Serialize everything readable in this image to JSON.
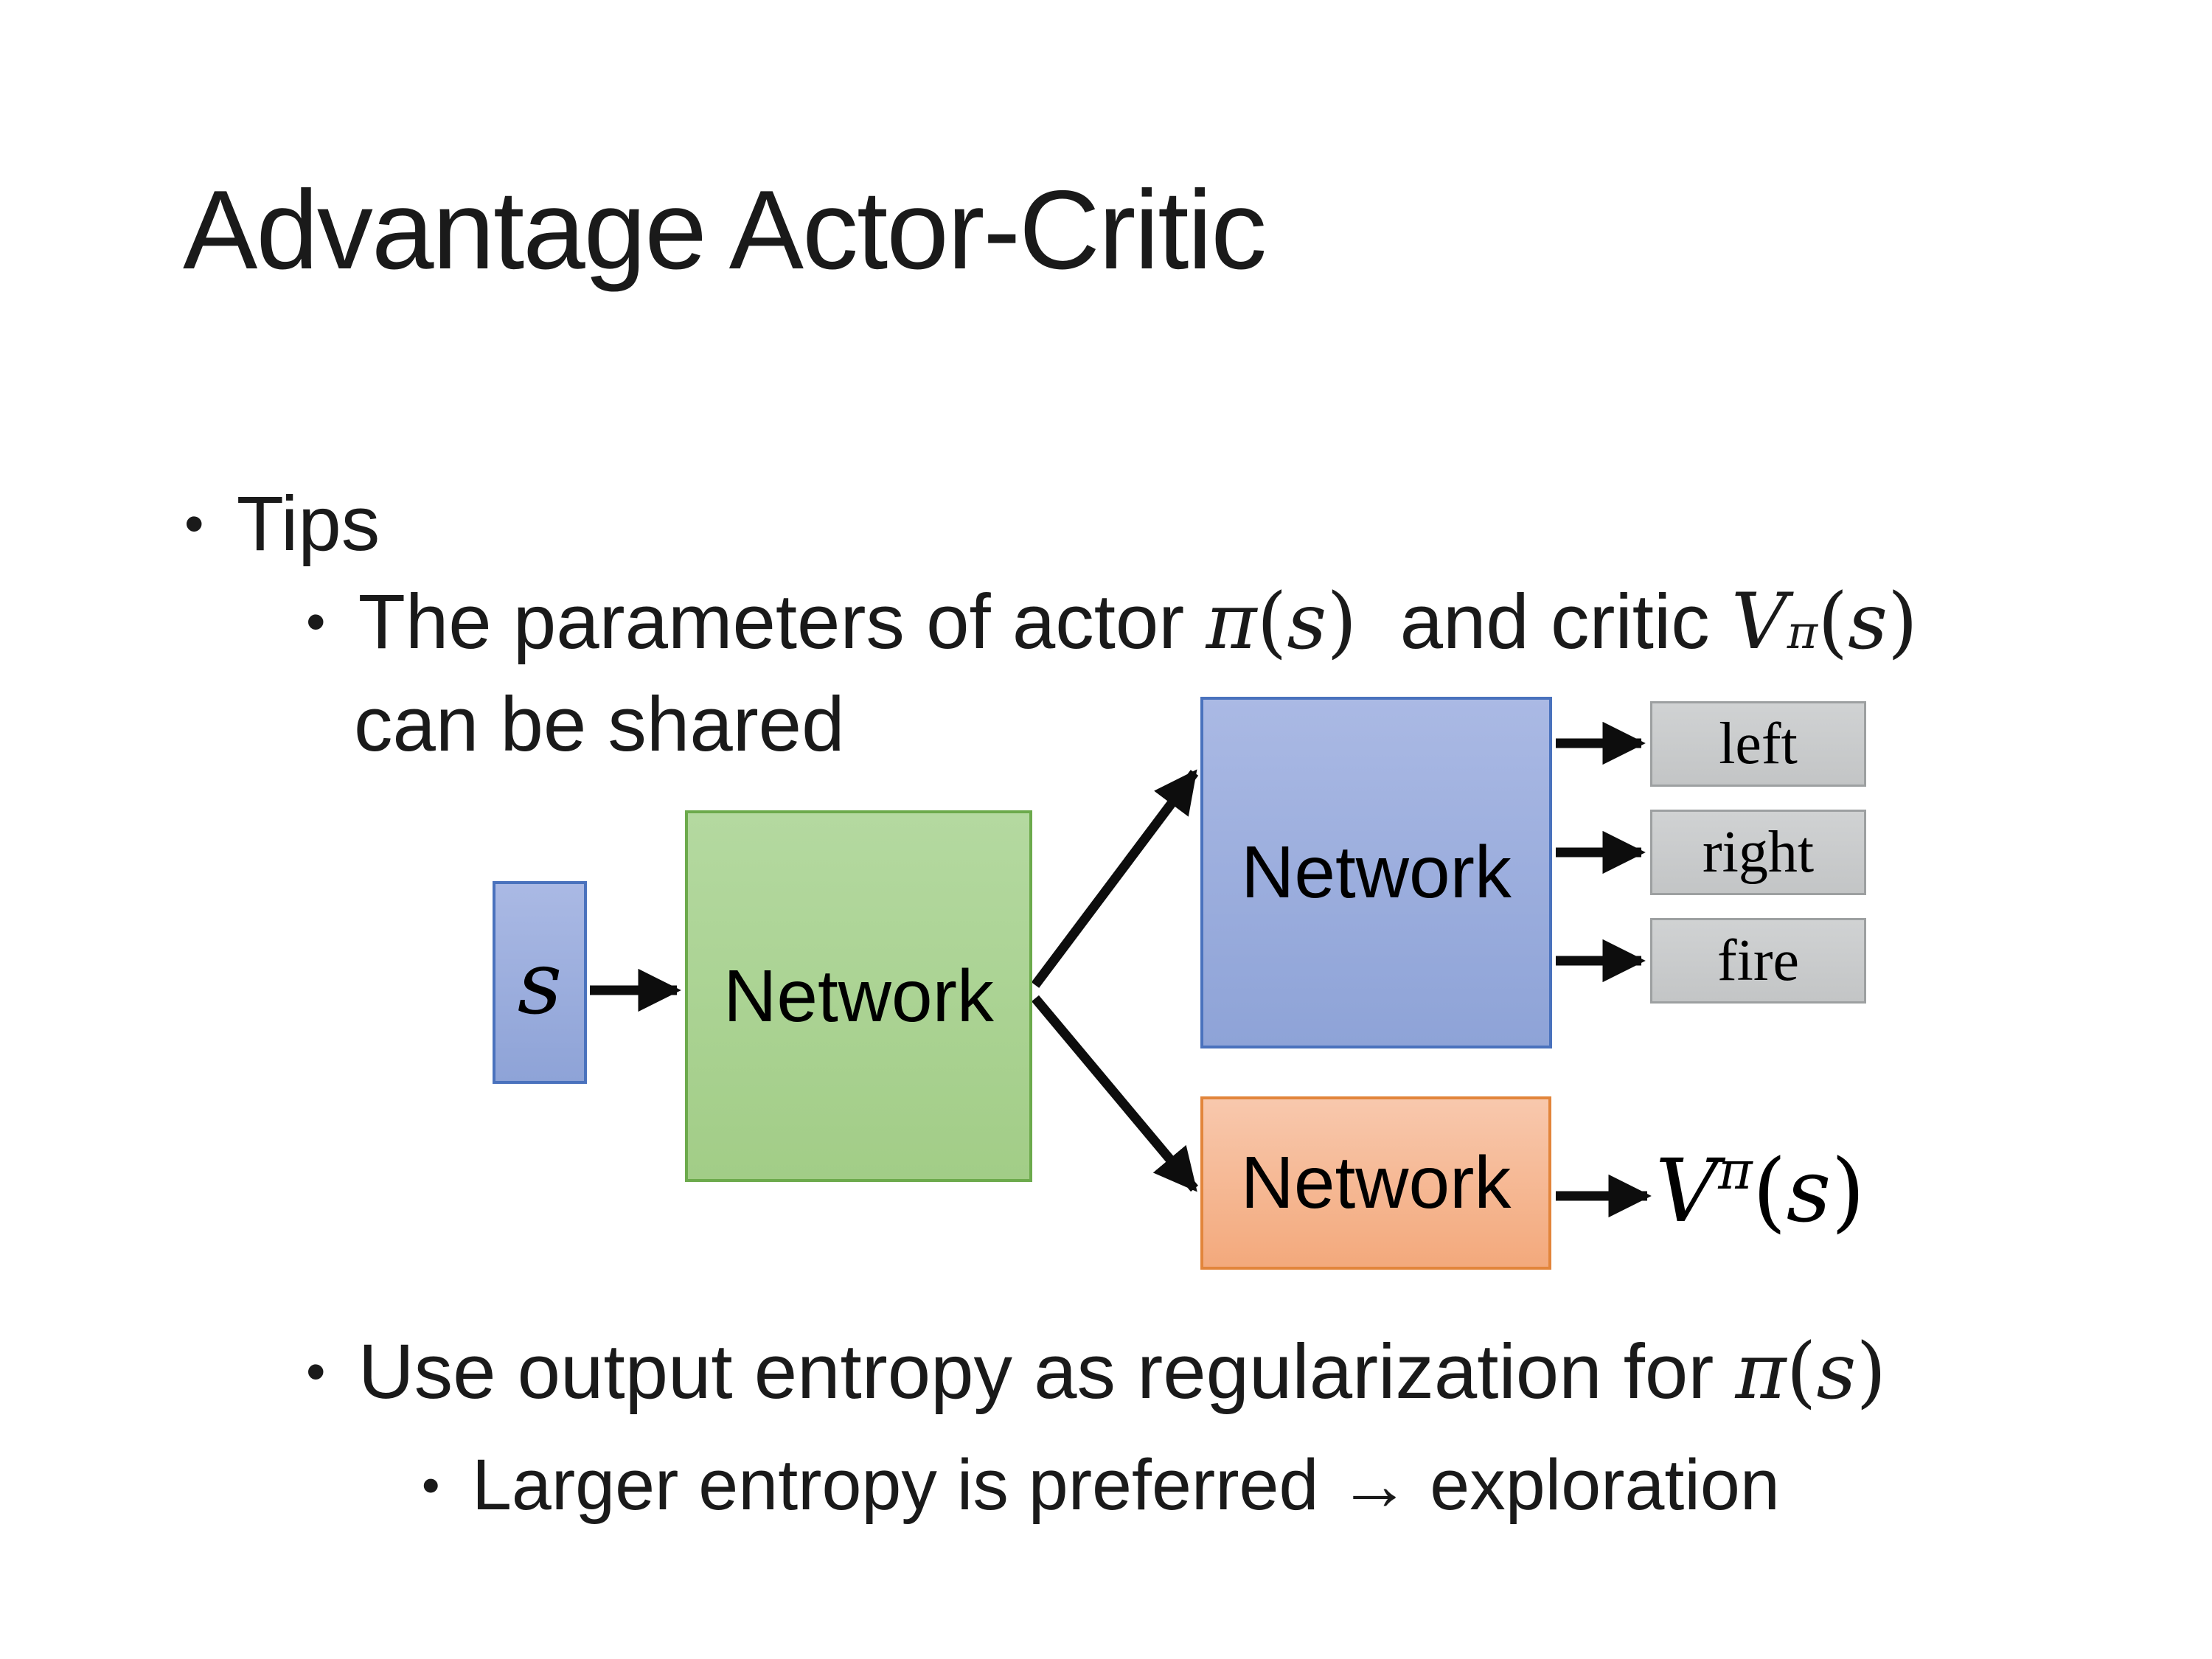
{
  "title": "Advantage Actor-Critic",
  "bullets": {
    "char": "•",
    "tips": "Tips",
    "param": {
      "pre": "The parameters of actor ",
      "mid": "  and critic ",
      "line2": "can be shared"
    },
    "entropy_pre": "Use output entropy as regularization for ",
    "larger": "Larger entropy is preferred → exploration"
  },
  "math": {
    "pi": "π",
    "s_var": "s",
    "V": "V",
    "lparen": "(",
    "rparen": ")"
  },
  "diagram": {
    "state_label": "s",
    "shared_network": "Network",
    "actor_network": "Network",
    "critic_network": "Network",
    "actions": [
      "left",
      "right",
      "fire"
    ],
    "colors": {
      "blue_top": "#aab9e4",
      "blue_bottom": "#8ea3d7",
      "blue_border": "#4a72bd",
      "green_top": "#b4d9a0",
      "green_bottom": "#a2cd87",
      "green_border": "#6caa4c",
      "orange_top": "#f8c8ad",
      "orange_bottom": "#f3a97c",
      "orange_border": "#e2853b",
      "gray_top": "#d0d2d3",
      "gray_bottom": "#c3c5c6",
      "gray_border": "#9da0a1",
      "arrow": "#0d0d0d",
      "text": "#1a1a1a"
    }
  }
}
